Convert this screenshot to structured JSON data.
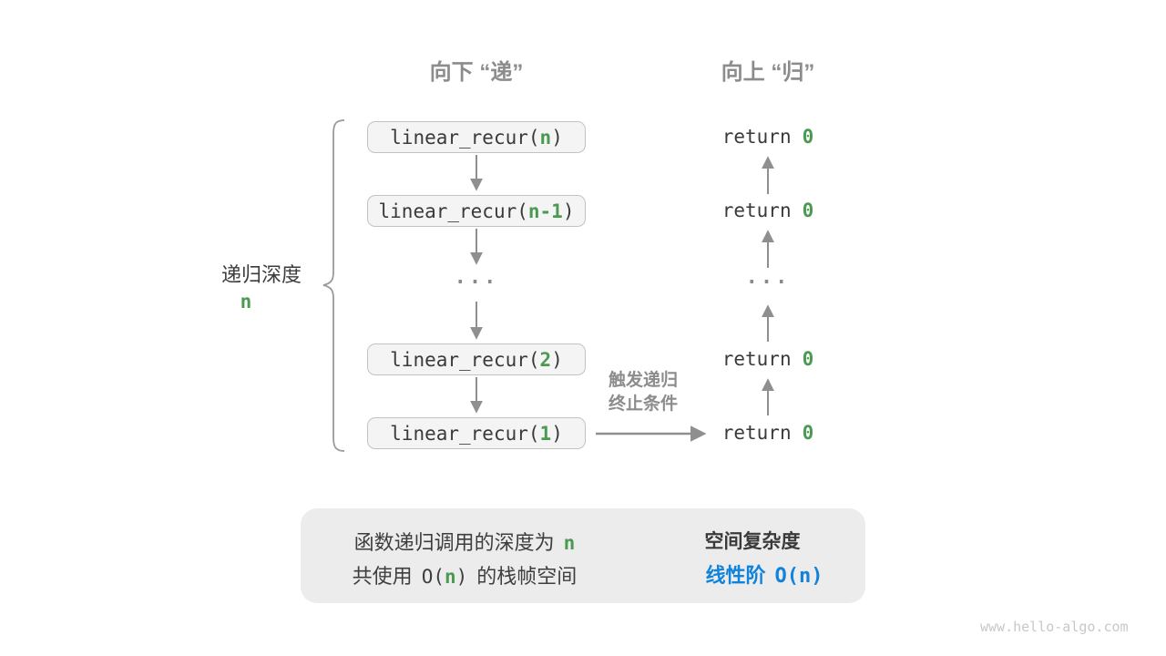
{
  "headers": {
    "down": "向下 “递”",
    "up": "向上 “归”"
  },
  "depth_label": {
    "title": "递归深度",
    "value": "n"
  },
  "stack": {
    "call_prefix": "linear_recur(",
    "call_suffix": ")",
    "frames": [
      {
        "arg": "n"
      },
      {
        "arg": "n-1"
      },
      {
        "arg": "2"
      },
      {
        "arg": "1"
      }
    ],
    "ellipsis": "···"
  },
  "returns": {
    "keyword": "return",
    "value": "0",
    "ellipsis": "···"
  },
  "base_case_note": {
    "line1": "触发递归",
    "line2": "终止条件"
  },
  "summary": {
    "depth_text": "函数递归调用的深度为",
    "depth_value": "n",
    "space_pre": "共使用",
    "space_code_open": "O(",
    "space_value": "n",
    "space_code_close": ")",
    "space_post": "的栈帧空间",
    "result_title": "空间复杂度",
    "result_label": "线性阶",
    "result_code_open": "O(",
    "result_value": "n",
    "result_code_close": ")"
  },
  "watermark": "www.hello-algo.com",
  "colors": {
    "green": "#4C9A52",
    "blue": "#1183DB",
    "arrow_gray": "#8F8F8F",
    "box_fill": "#F4F4F4",
    "box_border": "#C2C2C2",
    "summary_fill": "#ECECEC"
  }
}
